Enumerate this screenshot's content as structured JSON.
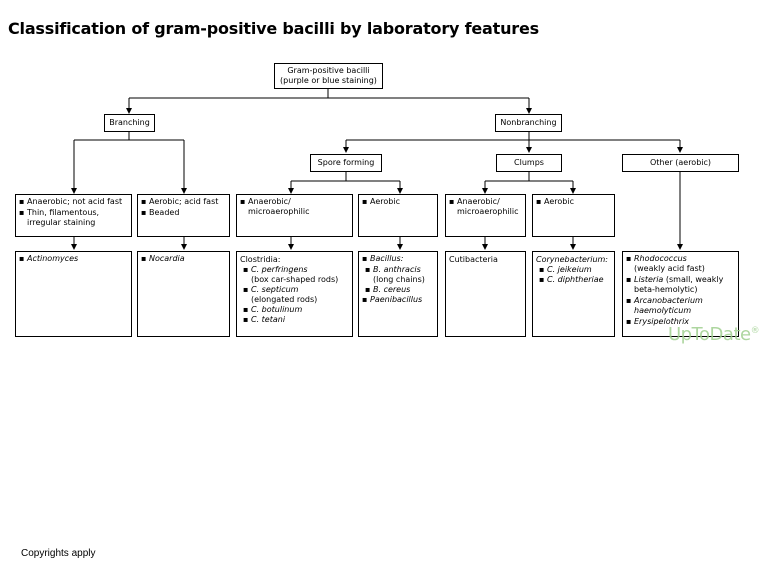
{
  "title": "Classification of gram-positive bacilli by laboratory features",
  "root": {
    "line1": "Gram-positive bacilli",
    "line2": "(purple or blue staining)"
  },
  "level1": {
    "branching": "Branching",
    "nonbranching": "Nonbranching"
  },
  "level2": {
    "spore_forming": "Spore forming",
    "clumps": "Clumps",
    "other": "Other (aerobic)"
  },
  "branching_anaerobic": {
    "items": [
      "Anaerobic; not acid fast",
      "Thin, filamentous, irregular staining"
    ]
  },
  "branching_aerobic": {
    "items": [
      "Aerobic; acid fast",
      "Beaded"
    ]
  },
  "spore_anaerobic": {
    "items": [
      "Anaerobic/ microaerophilic"
    ]
  },
  "spore_aerobic": {
    "items": [
      "Aerobic"
    ]
  },
  "clumps_anaerobic": {
    "items": [
      "Anaerobic/ microaerophilic"
    ]
  },
  "clumps_aerobic": {
    "items": [
      "Aerobic"
    ]
  },
  "organisms": {
    "actinomyces": "Actinomyces",
    "nocardia": "Nocardia",
    "clostridia": {
      "lead": "Clostridia:",
      "items": [
        {
          "name": "C. perfringens",
          "note": "(box car-shaped rods)"
        },
        {
          "name": "C. septicum",
          "note": "(elongated rods)"
        },
        {
          "name": "C. botulinum",
          "note": ""
        },
        {
          "name": "C. tetani",
          "note": ""
        }
      ]
    },
    "bacillus": {
      "lead": "Bacillus:",
      "items": [
        {
          "name": "B. anthracis",
          "note": "(long chains)"
        },
        {
          "name": "B. cereus",
          "note": ""
        }
      ],
      "extra": "Paenibacillus"
    },
    "cutibacteria": "Cutibacteria",
    "corynebacterium": {
      "lead": "Corynebacterium:",
      "items": [
        {
          "name": "C. jeikeium",
          "note": ""
        },
        {
          "name": "C. diphtheriae",
          "note": ""
        }
      ]
    },
    "other": {
      "items": [
        {
          "name": "Rhodococcus",
          "note": "(weakly acid fast)"
        },
        {
          "name": "Listeria",
          "note": " (small, weakly beta-hemolytic)"
        },
        {
          "name": "Arcanobacterium haemolyticum",
          "note": ""
        },
        {
          "name": "Erysipelothrix",
          "note": ""
        }
      ]
    }
  },
  "watermark": "UpToDate",
  "copyright": "Copyrights apply"
}
